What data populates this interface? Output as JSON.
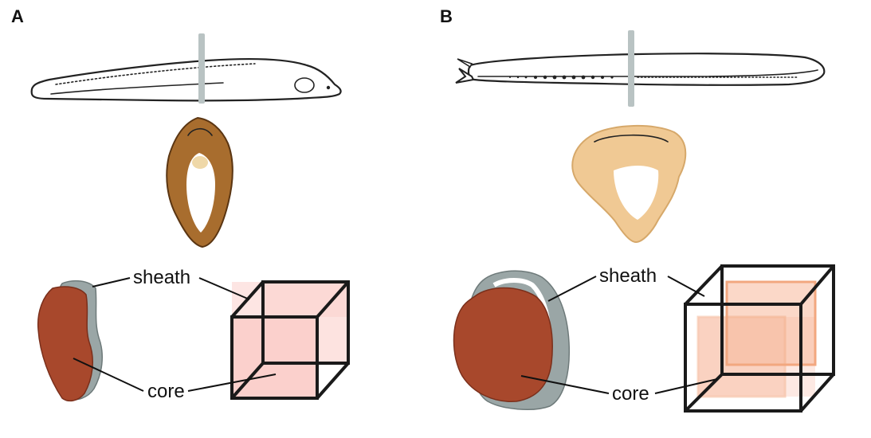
{
  "panels": [
    {
      "letter": "A",
      "sheath_label": "sheath",
      "core_label": "core"
    },
    {
      "letter": "B",
      "sheath_label": "sheath",
      "core_label": "core"
    }
  ],
  "colors": {
    "core": "#a8482c",
    "core_dark": "#7a2f1b",
    "sheath": "#9aa6a6",
    "sheath_dark": "#6e7a7a",
    "cube_fill": "#fbd0cc",
    "cube_inner": "#f7b89a",
    "plane": "#b9c3c3",
    "section_a": "#a86d2e",
    "section_b": "#f0c994"
  }
}
